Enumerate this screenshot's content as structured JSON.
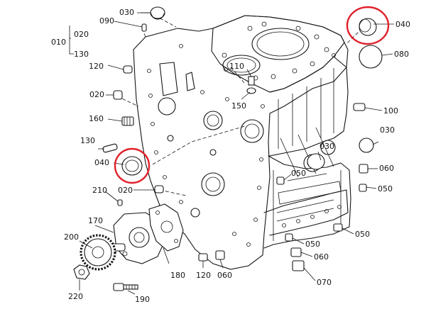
{
  "diagram": {
    "highlight_color": "#e0202a",
    "ink_color": "#141414",
    "labels": {
      "p010": "010",
      "p020a": "020",
      "p130a": "130",
      "p030a": "030",
      "p090": "090",
      "p040a": "040",
      "p080": "080",
      "p120a": "120",
      "p110": "110",
      "p020b": "020",
      "p150": "150",
      "p100": "100",
      "p160": "160",
      "p030b": "030",
      "p130b": "130",
      "p030c": "030",
      "p040b": "040",
      "p050a": "050",
      "p060a": "060",
      "p020c": "020",
      "p050b": "050",
      "p210": "210",
      "p050c": "050",
      "p170": "170",
      "p050d": "050",
      "p060b": "060",
      "p200": "200",
      "p180": "180",
      "p120b": "120",
      "p060c": "060",
      "p070": "070",
      "p220": "220",
      "p190": "190"
    }
  }
}
